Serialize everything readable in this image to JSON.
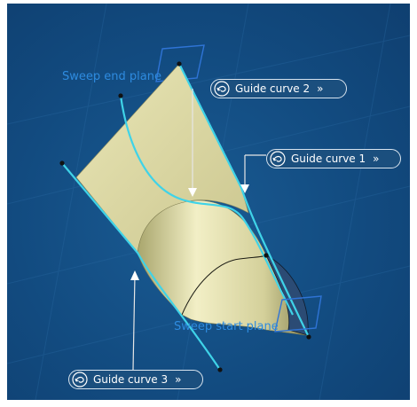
{
  "scene": {
    "labels": {
      "sweep_end_plane": "Sweep end plane",
      "sweep_start_plane": "Sweep start plane"
    }
  },
  "callouts": [
    {
      "label": "Guide curve 2",
      "icon": "guide-curve-icon",
      "chevron": "»"
    },
    {
      "label": "Guide curve 1",
      "icon": "guide-curve-icon",
      "chevron": "»"
    },
    {
      "label": "Guide curve 3",
      "icon": "guide-curve-icon",
      "chevron": "»"
    }
  ],
  "colors": {
    "background": "#124b80",
    "surface": "#dedba8",
    "guide_curve": "#3fd3e8",
    "label": "#2e8bdf",
    "callout_fill": "#1b4f7e",
    "callout_border": "#d8e4ef"
  }
}
